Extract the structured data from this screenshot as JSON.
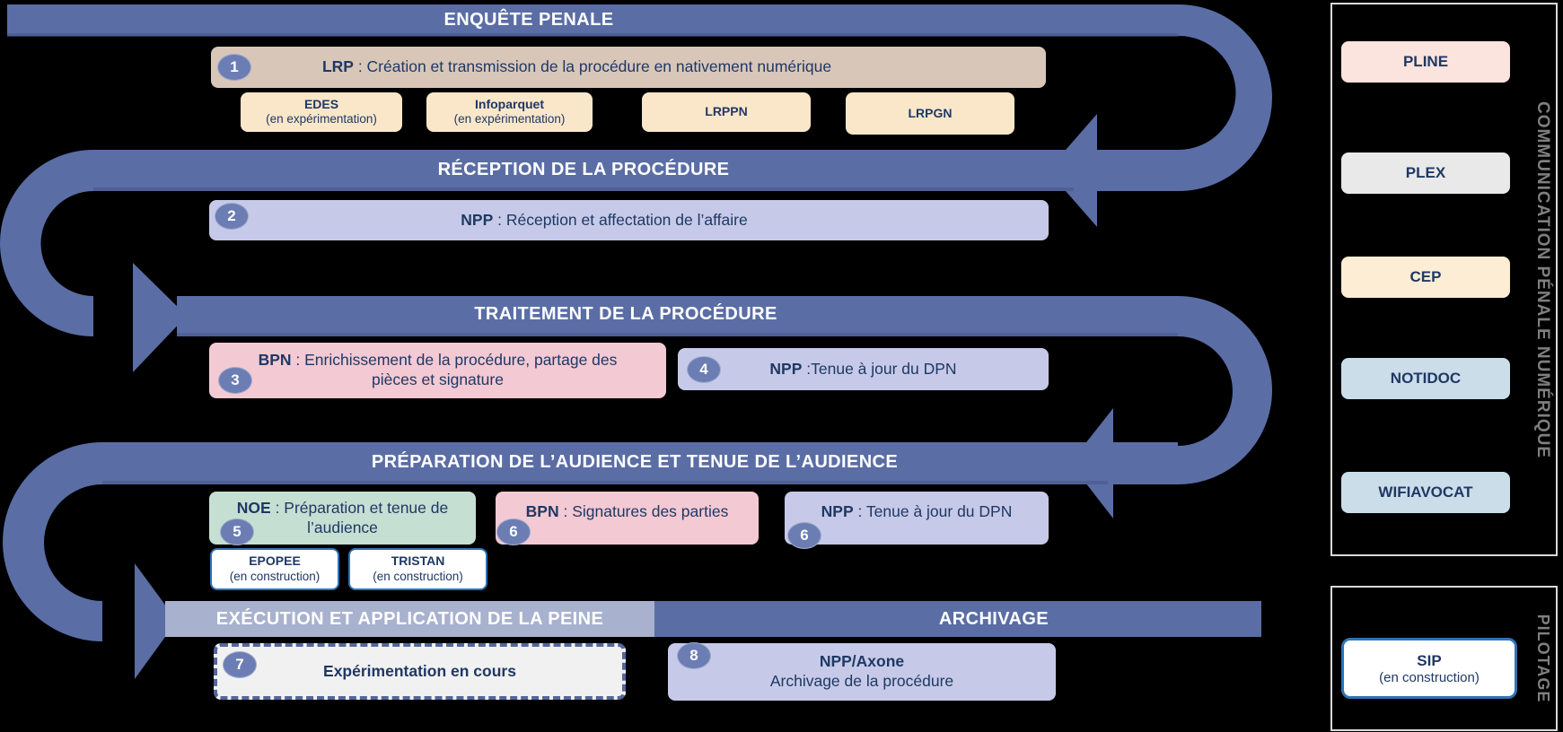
{
  "banners": {
    "enquete": "ENQUÊTE PENALE",
    "reception": "RÉCEPTION DE LA PROCÉDURE",
    "traitement": "TRAITEMENT DE LA PROCÉDURE",
    "preparation": "PRÉPARATION DE L’AUDIENCE ET TENUE DE L’AUDIENCE",
    "execution": "EXÉCUTION ET APPLICATION DE LA PEINE",
    "archivage": "ARCHIVAGE"
  },
  "steps": [
    {
      "num": "1",
      "code": "LRP",
      "text": " : Création et transmission de la procédure en nativement numérique"
    },
    {
      "num": "2",
      "code": "NPP",
      "text": " : Réception et affectation de l’affaire"
    },
    {
      "num": "3",
      "code": "BPN",
      "text": " : Enrichissement de la procédure, partage des pièces et signature"
    },
    {
      "num": "4",
      "code": "NPP",
      "text": " :Tenue à jour du DPN"
    },
    {
      "num": "5",
      "code": "NOE",
      "text": " : Préparation et tenue de l’audience"
    },
    {
      "num": "6",
      "code": "BPN",
      "text": " : Signatures des parties"
    },
    {
      "num": "6",
      "code": "NPP",
      "text": " : Tenue à jour du DPN"
    },
    {
      "num": "7",
      "label": "Expérimentation en cours"
    },
    {
      "num": "8",
      "title": "NPP/Axone",
      "subtitle": "Archivage de la procédure"
    }
  ],
  "tools": {
    "edes": {
      "name": "EDES",
      "status": "(en expérimentation)"
    },
    "infoparquet": {
      "name": "Infoparquet",
      "status": "(en expérimentation)"
    },
    "lrppn": {
      "name": "LRPPN"
    },
    "lrpgn": {
      "name": "LRPGN"
    },
    "epopee": {
      "name": "EPOPEE",
      "status": "(en construction)"
    },
    "tristan": {
      "name": "TRISTAN",
      "status": "(en construction)"
    }
  },
  "communication_panel": {
    "label": "COMMUNICATION PÉNALE NUMÉRIQUE",
    "items": [
      {
        "name": "PLINE"
      },
      {
        "name": "PLEX"
      },
      {
        "name": "CEP"
      },
      {
        "name": "NOTIDOC"
      },
      {
        "name": "WIFIAVOCAT"
      }
    ]
  },
  "pilotage_panel": {
    "label": "PILOTAGE",
    "sip": {
      "name": "SIP",
      "status": "(en construction)"
    }
  },
  "colors": {
    "background": "#000000",
    "arrow_blue": "#5A6DA5",
    "light_banner_blue": "#A8B1CE",
    "navy_text": "#1F3864",
    "tan_box": "#D8C6B8",
    "cream_box": "#FAE7CA",
    "lavender_box": "#C6CAE8",
    "pink_box": "#F3C9D3",
    "green_box": "#C6DFD3",
    "circle_blue": "#6B7DB3",
    "outline_blue": "#2E74B5",
    "pline_box": "#FBE4DD",
    "plex_box": "#E9E9E9",
    "cep_box": "#FCEDD4",
    "lightblue_box": "#CBDDE9",
    "panel_label_gray": "#7F7F7F"
  }
}
